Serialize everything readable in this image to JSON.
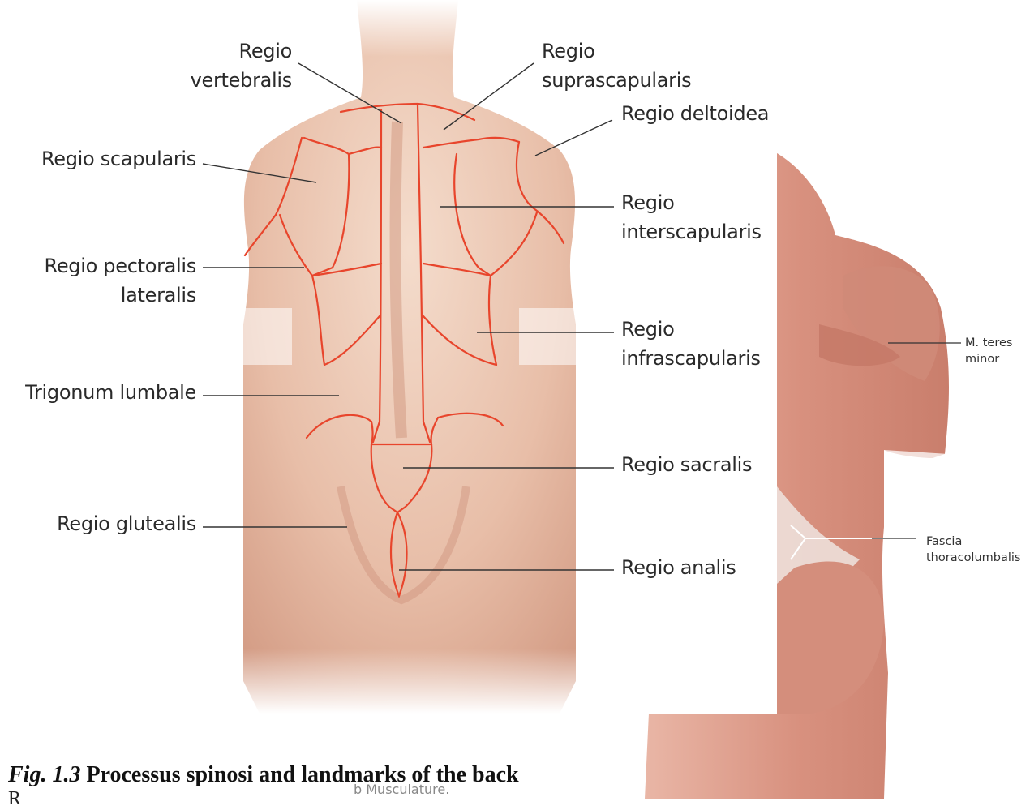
{
  "figure": {
    "caption_fig": "Fig. 1.3",
    "caption_text": "Processus spinosi and landmarks of the back",
    "subcaption_fragment": "b  Musculature.",
    "cutoff_text_fragment": "R",
    "colors": {
      "skin_light": "#efcfbc",
      "skin_mid": "#e3b39c",
      "skin_dark": "#c98f77",
      "region_line": "#e8452c",
      "leader_line": "#333333",
      "muscle": "#d99484",
      "fascia": "#efe4df"
    }
  },
  "regions": {
    "vertebralis": "Regio\nvertebralis",
    "suprascapularis": "Regio\nsuprascapularis",
    "deltoidea": "Regio deltoidea",
    "scapularis": "Regio scapularis",
    "interscapularis": "Regio\ninterscapularis",
    "pectoralis_lateralis": "Regio pectoralis\nlateralis",
    "infrascapularis": "Regio\ninfrascapularis",
    "trigonum_lumbale": "Trigonum lumbale",
    "sacralis": "Regio sacralis",
    "glutealis": "Regio glutealis",
    "analis": "Regio analis"
  },
  "muscles": {
    "teres_minor": "M. teres\nminor",
    "fascia_thoracolumbalis": "Fascia\nthoracolumbalis"
  }
}
